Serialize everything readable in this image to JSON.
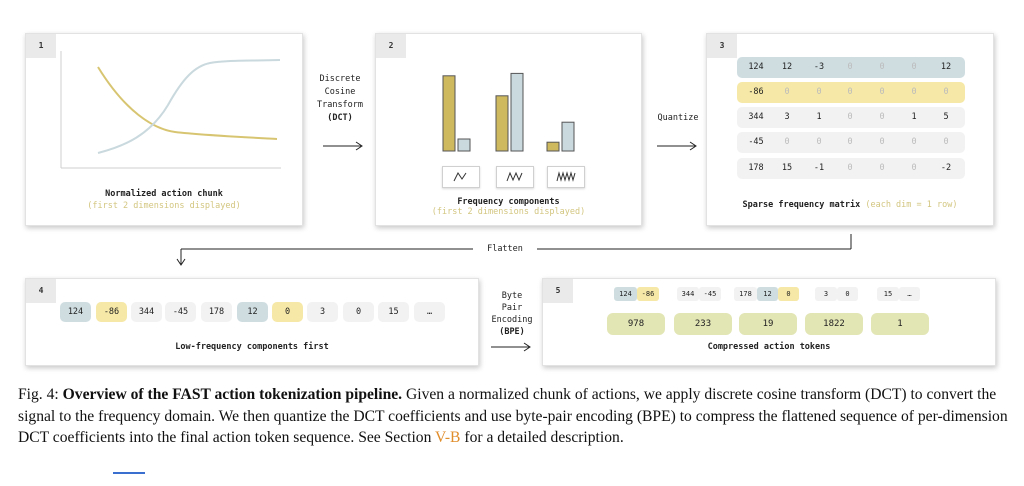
{
  "panels": {
    "p1": {
      "num": "1",
      "title": "Normalized action chunk",
      "subtitle": "(first 2 dimensions displayed)"
    },
    "p2": {
      "num": "2",
      "title": "Frequency components",
      "subtitle": "(first 2 dimensions displayed)",
      "wave_labels": [
        "N",
        "NN",
        "NNN"
      ]
    },
    "p3": {
      "num": "3",
      "title": "Sparse frequency matrix",
      "subtitle": "(each dim = 1 row)"
    },
    "p4": {
      "num": "4",
      "title": "Low-frequency components first"
    },
    "p5": {
      "num": "5",
      "title": "Compressed action tokens"
    }
  },
  "arrows": {
    "dct": [
      "Discrete",
      "Cosine",
      "Transform",
      "(DCT)"
    ],
    "quantize": "Quantize",
    "flatten": "Flatten",
    "bpe": [
      "Byte",
      "Pair",
      "Encoding",
      "(BPE)"
    ]
  },
  "matrix": [
    [
      "124",
      "12",
      "-3",
      "0",
      "0",
      "0",
      "12"
    ],
    [
      "-86",
      "0",
      "0",
      "0",
      "0",
      "0",
      "0"
    ],
    [
      "344",
      "3",
      "1",
      "0",
      "0",
      "1",
      "5"
    ],
    [
      "-45",
      "0",
      "0",
      "0",
      "0",
      "0",
      "0"
    ],
    [
      "178",
      "15",
      "-1",
      "0",
      "0",
      "0",
      "-2"
    ]
  ],
  "sequence": [
    "124",
    "-86",
    "344",
    "-45",
    "178",
    "12",
    "0",
    "3",
    "0",
    "15",
    "…"
  ],
  "token_groups": [
    [
      "124",
      "-86"
    ],
    [
      "344",
      "-45"
    ],
    [
      "178",
      "12",
      "0"
    ],
    [
      "3",
      "0"
    ],
    [
      "15",
      "…"
    ]
  ],
  "tokens": [
    "978",
    "233",
    "19",
    "1822",
    "1"
  ],
  "colors": {
    "blue": "#cfdde1",
    "yellow": "#f6e8a6",
    "gray": "#f2f2f2",
    "token": "#e2e5b4",
    "bar_gold": "#cfb95e",
    "bar_blue": "#c9d9de"
  },
  "chart_data": {
    "type": "bar",
    "categories": [
      "N",
      "NN",
      "NNN"
    ],
    "series": [
      {
        "values": [
          0.94,
          0.69,
          0.11
        ]
      },
      {
        "values": [
          0.15,
          0.97,
          0.36
        ]
      }
    ],
    "ylim": [
      0,
      1
    ]
  },
  "caption": {
    "fig": "Fig. 4:",
    "title": "Overview of the FAST action tokenization pipeline.",
    "body": "Given a normalized chunk of actions, we apply discrete cosine transform (DCT) to convert the signal to the frequency domain. We then quantize the DCT coefficients and use byte-pair encoding (BPE) to compress the flattened sequence of per-dimension DCT coefficients into the final action token sequence. See Section",
    "ref": "V-B",
    "end": "for a detailed description."
  }
}
